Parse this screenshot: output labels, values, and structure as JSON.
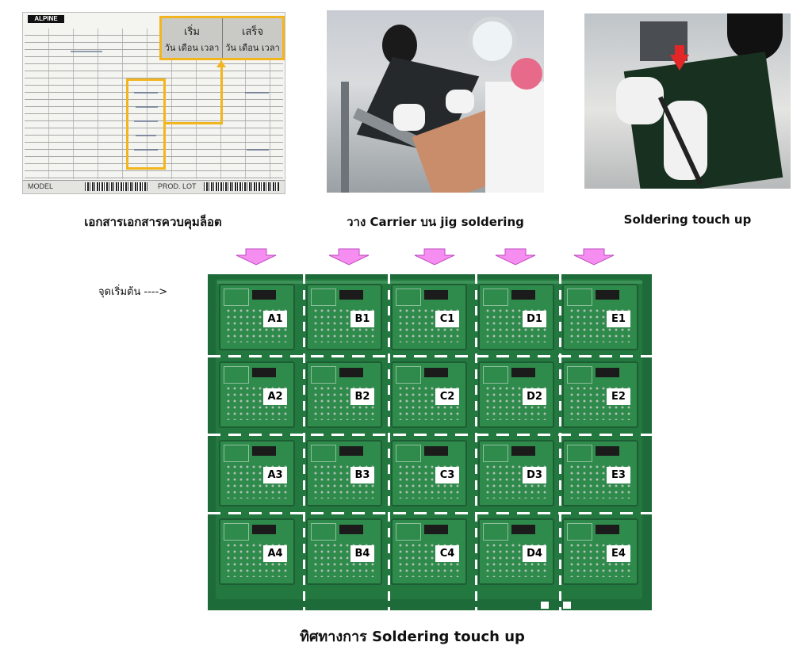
{
  "captions": {
    "document": "เอกสารเอกสารควบคุมล็อต",
    "carrier": "วาง Carrier บน jig soldering",
    "touchup": "Soldering touch up"
  },
  "document": {
    "logo": "ALPINE",
    "zoom_start_top": "เริ่ม",
    "zoom_start_bottom": "วัน เดือน เวลา",
    "zoom_end_top": "เสร็จ",
    "zoom_end_bottom": "วัน เดือน เวลา",
    "footer_model": "MODEL",
    "footer_lot": "PROD. LOT"
  },
  "start_marker": "จุดเริ่มต้น ---->",
  "pcb_cells": [
    [
      "A1",
      "B1",
      "C1",
      "D1",
      "E1"
    ],
    [
      "A2",
      "B2",
      "C2",
      "D2",
      "E2"
    ],
    [
      "A3",
      "B3",
      "C3",
      "D3",
      "E3"
    ],
    [
      "A4",
      "B4",
      "C4",
      "D4",
      "E4"
    ]
  ],
  "bottom_title": "ทิศทางการ Soldering touch up",
  "colors": {
    "arrow_fill": "#f58ef0",
    "arrow_stroke": "#c04ec0",
    "highlight": "#f2b51d",
    "pcb_green": "#237840",
    "cut_line": "#ffffff"
  }
}
